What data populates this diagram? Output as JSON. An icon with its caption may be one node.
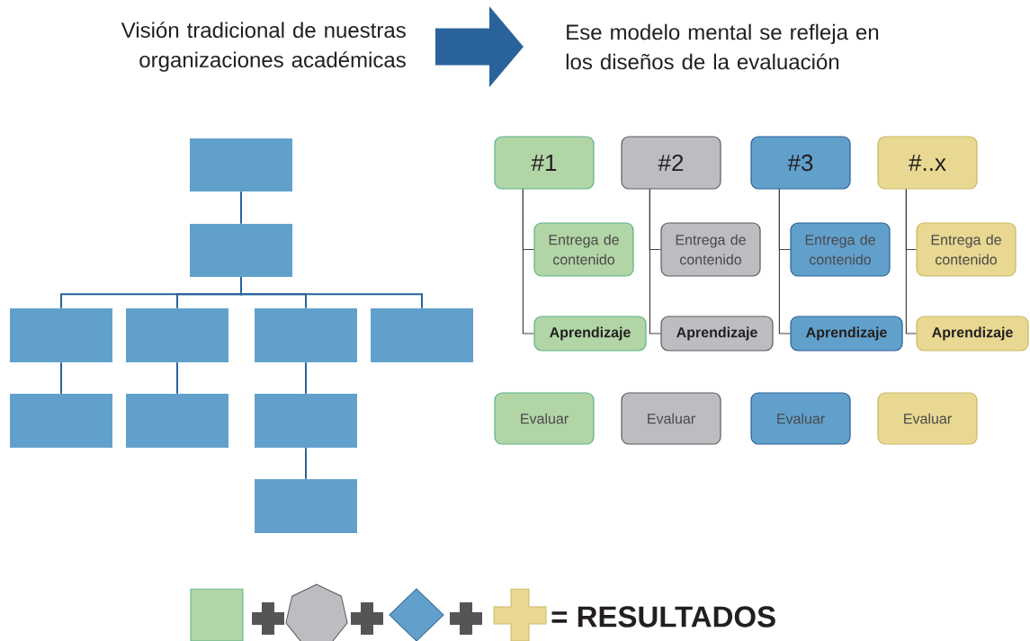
{
  "diagram": {
    "nodes": [
      {
        "text": [
          "Visión tradicional de nuestras organizaciones académicas"
        ]
      },
      {
        "text": [
          "Ese modelo mental se refleja en los diseños de la evaluación"
        ]
      },
      {
        "text": [],
        "shape": "box"
      },
      {
        "text": [],
        "shape": "box"
      },
      {
        "text": [],
        "shape": "box"
      },
      {
        "text": [],
        "shape": "box"
      },
      {
        "text": [],
        "shape": "box"
      },
      {
        "text": [],
        "shape": "box"
      },
      {
        "text": [],
        "shape": "box"
      },
      {
        "text": [],
        "shape": "box"
      },
      {
        "text": [],
        "shape": "box"
      },
      {
        "text": [],
        "shape": "box"
      },
      {
        "text": [
          "#1"
        ]
      },
      {
        "text": [
          "#2"
        ]
      },
      {
        "text": [
          "#3"
        ]
      },
      {
        "text": [
          "#..x"
        ]
      },
      {
        "text": [
          "Entrega de contenido"
        ]
      },
      {
        "text": [
          "Entrega de contenido"
        ]
      },
      {
        "text": [
          "Entrega de contenido"
        ]
      },
      {
        "text": [
          "Entrega de contenido"
        ]
      },
      {
        "text": [
          "Aprendizaje"
        ]
      },
      {
        "text": [
          "Aprendizaje"
        ]
      },
      {
        "text": [
          "Aprendizaje"
        ]
      },
      {
        "text": [
          "Aprendizaje"
        ]
      },
      {
        "text": [
          "Evaluar"
        ]
      },
      {
        "text": [
          "Evaluar"
        ]
      },
      {
        "text": [
          "Evaluar"
        ]
      },
      {
        "text": [
          "Evaluar"
        ]
      }
    ],
    "edges": [
      {
        "from": 0,
        "to": 1,
        "arrow": "to",
        "style": "thick"
      },
      {
        "from": 2,
        "to": 3,
        "arrow": "none"
      },
      {
        "from": 3,
        "to": 4,
        "arrow": "none"
      },
      {
        "from": 3,
        "to": 5,
        "arrow": "none"
      },
      {
        "from": 3,
        "to": 6,
        "arrow": "none"
      },
      {
        "from": 3,
        "to": 7,
        "arrow": "none"
      },
      {
        "from": 4,
        "to": 8,
        "arrow": "none"
      },
      {
        "from": 5,
        "to": 9,
        "arrow": "none"
      },
      {
        "from": 6,
        "to": 10,
        "arrow": "none"
      },
      {
        "from": 10,
        "to": 11,
        "arrow": "none"
      },
      {
        "from": 12,
        "to": 16,
        "arrow": "none"
      },
      {
        "from": 12,
        "to": 20,
        "arrow": "none"
      },
      {
        "from": 13,
        "to": 17,
        "arrow": "none"
      },
      {
        "from": 13,
        "to": 21,
        "arrow": "none"
      },
      {
        "from": 14,
        "to": 18,
        "arrow": "none"
      },
      {
        "from": 14,
        "to": 22,
        "arrow": "none"
      },
      {
        "from": 15,
        "to": 19,
        "arrow": "none"
      },
      {
        "from": 15,
        "to": 23,
        "arrow": "none"
      }
    ],
    "labels": [
      "= RESULTADOS"
    ]
  }
}
